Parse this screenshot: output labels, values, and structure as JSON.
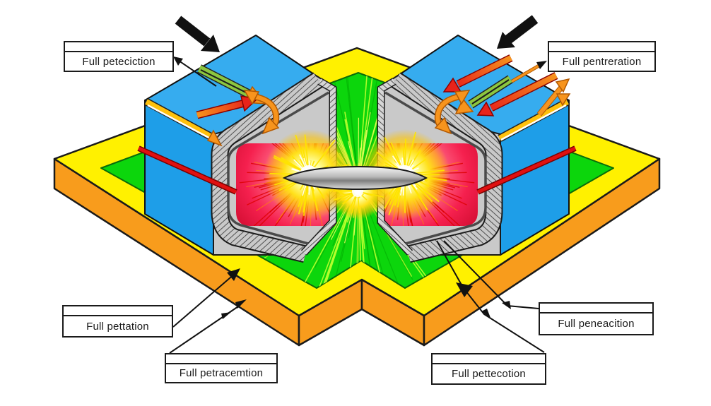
{
  "figure": {
    "type": "cutaway-technical-diagram",
    "labels": [
      {
        "id": "top-left",
        "text": "Full peteciction"
      },
      {
        "id": "top-right",
        "text": "Full pentreration"
      },
      {
        "id": "bottom-left",
        "text": "Full pettation"
      },
      {
        "id": "bottom-center-left",
        "text": "Full petracemtion"
      },
      {
        "id": "bottom-center-right",
        "text": "Full pettecotion"
      },
      {
        "id": "bottom-right",
        "text": "Full peneacition"
      }
    ],
    "colors": {
      "base_orange": "#F89C1C",
      "base_yellow": "#FFF100",
      "base_green": "#0CD60C",
      "box_blue_top": "#36ACEF",
      "box_blue_front": "#1E9EE8",
      "coil_gray": "#C9C9C9",
      "cavity_red": "#E8143C",
      "glow_yellow": "#FFE01A",
      "arrow_red": "#E8231A",
      "arrow_orange": "#F7941D",
      "arrow_green": "#8CC63F",
      "spindle_silver": "#B9B9B9"
    }
  }
}
